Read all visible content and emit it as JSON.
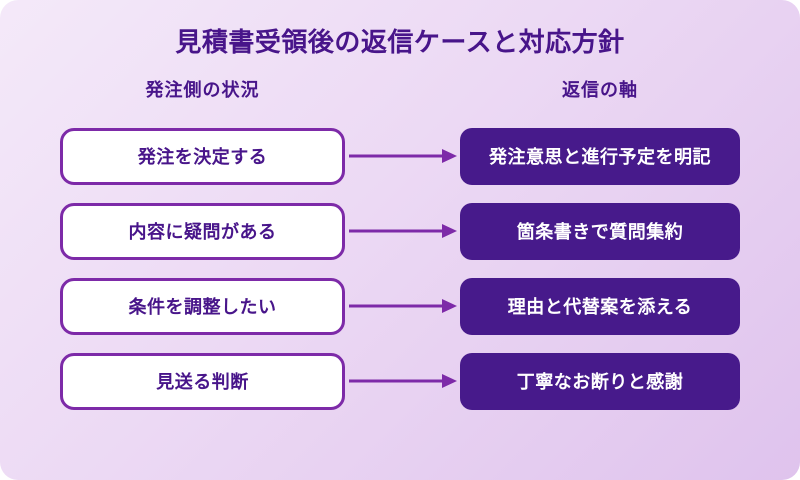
{
  "title": "見積書受領後の返信ケースと対応方針",
  "columns": {
    "left": "発注側の状況",
    "right": "返信の軸"
  },
  "rows": [
    {
      "case": "発注を決定する",
      "policy": "発注意思と進行予定を明記"
    },
    {
      "case": "内容に疑問がある",
      "policy": "箇条書きで質問集約"
    },
    {
      "case": "条件を調整したい",
      "policy": "理由と代替案を添える"
    },
    {
      "case": "見送る判断",
      "policy": "丁寧なお断りと感謝"
    }
  ],
  "icons": {
    "connector": "arrow-right"
  },
  "colors": {
    "ink": "#48158a",
    "box_border": "#7d2aa8",
    "arrow": "#7d2aa8",
    "policy_box_bg": "#471a8b",
    "policy_box_text": "#ffffff",
    "case_box_bg": "#ffffff",
    "card_gradient_start": "#f4e9f9",
    "card_gradient_end": "#dfc3ed"
  }
}
